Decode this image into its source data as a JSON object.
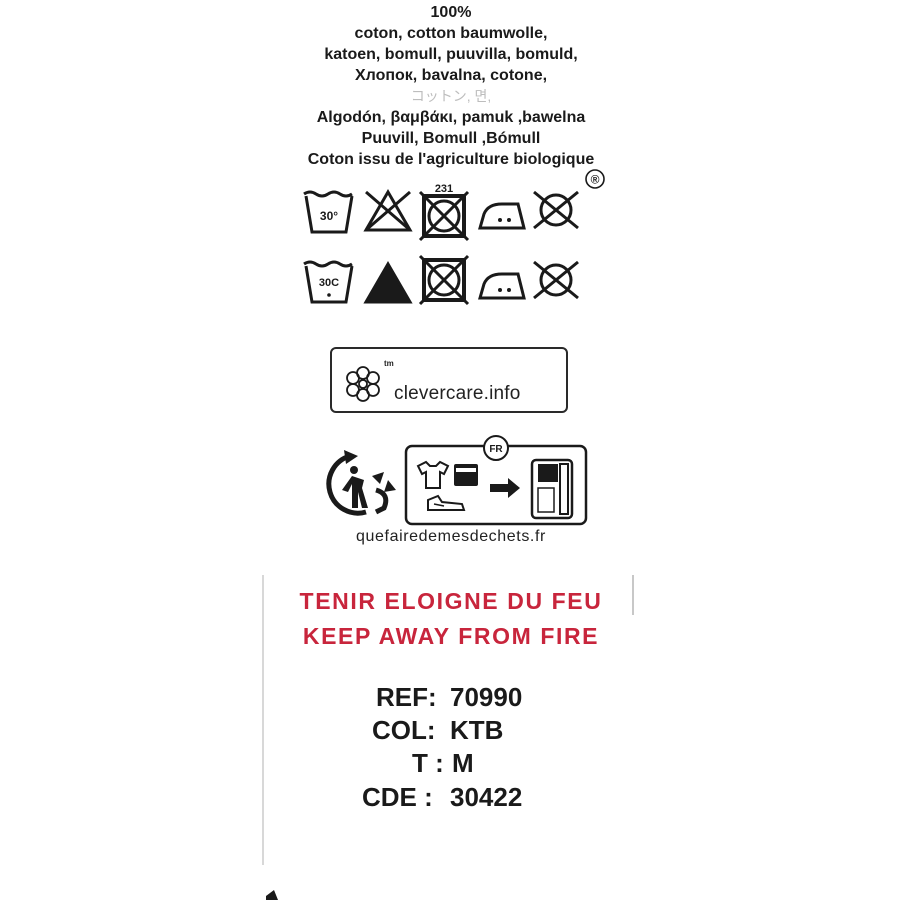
{
  "composition": {
    "lines": [
      "100%",
      "coton, cotton baumwolle,",
      "katoen, bomull, puuvilla, bomuld,",
      "Хлопок, bavalna, cotone,",
      "コットン, 면,",
      "Algodón, βαμβάκι, pamuk ,bawelna",
      "Puuvill, Bomull ,Bómull",
      "Coton issu de l'agriculture biologique"
    ]
  },
  "care_symbols": {
    "row1": {
      "wash_temp": "30°",
      "icons": [
        "wash-30-icon",
        "no-bleach-icon",
        "no-tumble-dry-icon",
        "iron-low-icon",
        "no-dry-clean-icon"
      ],
      "tumble_marker": "231"
    },
    "row2": {
      "wash_temp": "30C",
      "icons": [
        "wash-30-icon",
        "bleach-filled-icon",
        "no-tumble-dry-icon",
        "iron-medium-icon",
        "no-dry-clean-icon"
      ]
    },
    "registered_mark": "®"
  },
  "clevercare": {
    "trademark": "tm",
    "site": "clevercare.info"
  },
  "recycling": {
    "country_badge": "FR",
    "site": "quefairedemesdechets.fr"
  },
  "warnings": {
    "fr": "TENIR ELOIGNE DU FEU",
    "en": "KEEP AWAY FROM FIRE"
  },
  "product": {
    "ref_label": "REF:",
    "ref_value": "70990",
    "col_label": "COL:",
    "col_value": "KTB",
    "size_label": "T :",
    "size_value": "M",
    "cde_label": "CDE :",
    "cde_value": "30422"
  },
  "colors": {
    "ink": "#1a1a1a",
    "warning_red": "#c8253c",
    "paper": "#ffffff"
  }
}
